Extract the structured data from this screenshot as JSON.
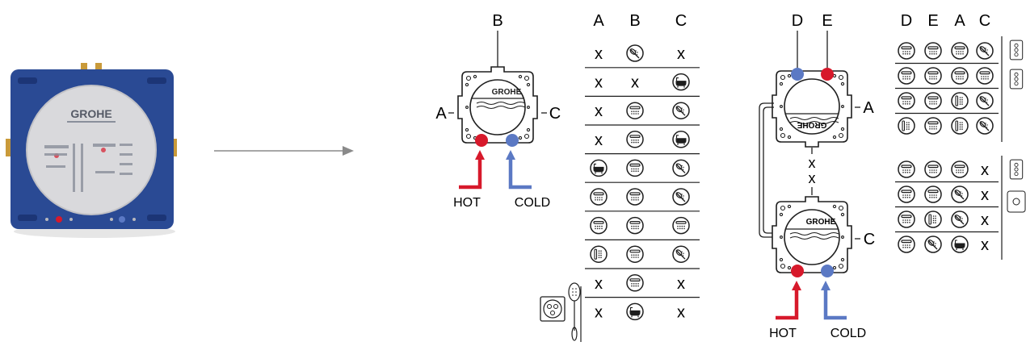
{
  "brand": "GROHE",
  "labels": {
    "outlet_a": "A",
    "outlet_b": "B",
    "outlet_c": "C",
    "outlet_d": "D",
    "outlet_e": "E",
    "hot": "HOT",
    "cold": "COLD",
    "none_mark": "x"
  },
  "table1": {
    "headers": [
      "A",
      "B",
      "C"
    ],
    "rows": [
      [
        "x",
        "hand-shower",
        "x"
      ],
      [
        "x",
        "x",
        "bathtub"
      ],
      [
        "x",
        "overhead-shower",
        "hand-shower"
      ],
      [
        "x",
        "overhead-shower",
        "bathtub"
      ],
      [
        "bathtub",
        "overhead-shower",
        "hand-shower"
      ],
      [
        "overhead-shower",
        "overhead-shower",
        "hand-shower"
      ],
      [
        "overhead-shower",
        "overhead-shower",
        "overhead-shower"
      ],
      [
        "body-jet",
        "overhead-shower",
        "hand-shower"
      ],
      [
        "x",
        "overhead-shower",
        "x"
      ],
      [
        "x",
        "bathtub",
        "x"
      ]
    ]
  },
  "table2": {
    "headers": [
      "D",
      "E",
      "A",
      "C"
    ],
    "group1_rows": [
      [
        "overhead-shower",
        "overhead-shower",
        "overhead-shower",
        "hand-shower"
      ],
      [
        "overhead-shower",
        "overhead-shower",
        "overhead-shower",
        "overhead-shower"
      ],
      [
        "overhead-shower",
        "overhead-shower",
        "body-jet",
        "hand-shower"
      ],
      [
        "body-jet",
        "overhead-shower",
        "body-jet",
        "hand-shower"
      ]
    ],
    "group2_rows": [
      [
        "overhead-shower",
        "overhead-shower",
        "overhead-shower",
        "x"
      ],
      [
        "overhead-shower",
        "overhead-shower",
        "hand-shower",
        "x"
      ],
      [
        "overhead-shower",
        "body-jet",
        "hand-shower",
        "x"
      ],
      [
        "overhead-shower",
        "hand-shower",
        "bathtub",
        "x"
      ]
    ]
  },
  "colors": {
    "hot": "#d7192b",
    "cold": "#5b79c4",
    "box_blue": "#2a4a94",
    "line": "#1e1e1e"
  }
}
